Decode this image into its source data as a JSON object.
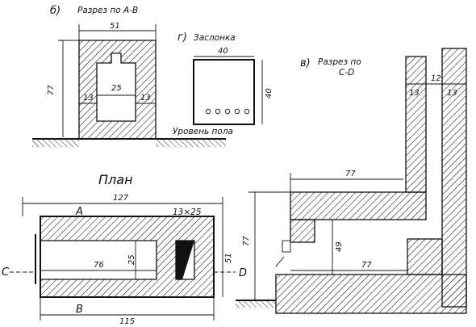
{
  "colors": {
    "ink": "#111111",
    "paper": "#ffffff"
  },
  "labels": {
    "b_letter": "б)",
    "b_title": "Разрез по А-В",
    "g_letter": "г)",
    "g_title": "Заслонка",
    "v_letter": "в)",
    "v_title_1": "Разрез по",
    "v_title_2": "С-D",
    "floor": "Уровень пола",
    "plan": "План",
    "A": "А",
    "B": "В",
    "C": "С",
    "D": "D"
  },
  "dims": {
    "b_width": "51",
    "b_height": "77",
    "b_opening": "25",
    "b_wall_l": "13",
    "b_wall_r": "13",
    "g_width": "40",
    "g_height": "40",
    "v_top_len": "77",
    "v_height": "77",
    "v_inner_h": "49",
    "v_bottom_len": "77",
    "v_flue_gap": "12",
    "v_wall_l": "13",
    "v_wall_r": "13",
    "p_total": "127",
    "p_inner": "76",
    "p_width": "51",
    "p_inner_w": "25",
    "p_bottom": "115",
    "p_damper": "13×25"
  }
}
